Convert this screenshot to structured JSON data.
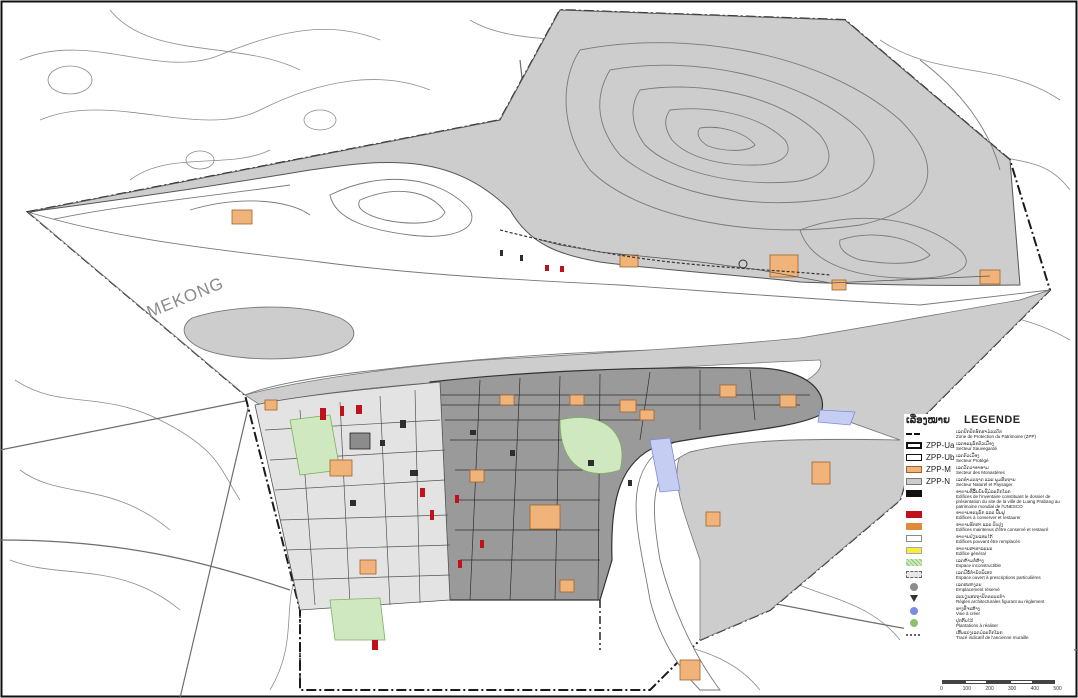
{
  "map": {
    "river_label": "MEKONG",
    "colors": {
      "zone_fill": "#cdcdcd",
      "zone_outline": "#222222",
      "contour": "#7a7a7a",
      "monastery": "#f0b47a",
      "to_preserve": "#c0121a",
      "maintained": "#e08a3c",
      "water_blue": "#7d8ce0",
      "green": "#8cc26e",
      "building": "#3a3a3a"
    }
  },
  "legend": {
    "lao_title": "ເລືອງໝາຍ",
    "title": "LEGENDE",
    "items": [
      {
        "code": "",
        "symbol": "dash-line",
        "lao": "ເຂດປົກປັກຮັກສາມໍລະດົກ",
        "fr": "Zone de Protection du Patrimoine (ZPP)"
      },
      {
        "code": "ZPP-Ua",
        "symbol": "box-outline-heavy",
        "lao": "ເຂດອະນຸລັກຕົວເມືອງ",
        "fr": "Secteur Sauvegardé"
      },
      {
        "code": "ZPP-Ub",
        "symbol": "box-outline",
        "lao": "ເຂດຕົວເມືອງ",
        "fr": "Secteur Protégé"
      },
      {
        "code": "ZPP-M",
        "symbol": "box-orange",
        "lao": "ເຂດວັດວາອາຮາມ",
        "fr": "Secteur des Monastères"
      },
      {
        "code": "ZPP-N",
        "symbol": "box-grey",
        "lao": "ເຂດທຳມະຊາດ ແລະ ພູມສັນຖານ",
        "fr": "Secteur Naturel et Paysager"
      },
      {
        "code": "",
        "symbol": "box-black",
        "lao": "ອາຄານທີ່ຂຶ້ນບັນຊີມໍລະດົກໂລກ",
        "fr": "Edifices de l'inventaire constituant le dossier de présentation du site de la ville de Luang Prabang au patrimoine mondial de l'UNESCO"
      },
      {
        "code": "",
        "symbol": "box-red",
        "lao": "ອາຄານອະນຸລັກ ແລະ ຟື້ນຟູ",
        "fr": "Edifices à conserver et restaurer"
      },
      {
        "code": "",
        "symbol": "box-darkorange",
        "lao": "ອາຄານຮັກສາ ແລະ ປັບປຸງ",
        "fr": "Edifices maintenus d'être conservé et restauré"
      },
      {
        "code": "",
        "symbol": "box-white",
        "lao": "ອາຄານປ່ຽນແທນໄດ້",
        "fr": "Edifices pouvant être remplacés"
      },
      {
        "code": "",
        "symbol": "box-yellow",
        "lao": "ອາຄານສາທາລະນະ",
        "fr": "Edifice général"
      },
      {
        "code": "",
        "symbol": "box-green-hatch",
        "lao": "ເຂດຫ້າມກໍ່ສ້າງ",
        "fr": "Espace inconstructible"
      },
      {
        "code": "",
        "symbol": "box-dots",
        "lao": "ເຂດມີຂໍ້ກຳນົດພິເສດ",
        "fr": "Espace ouvert à prescriptions particulières"
      },
      {
        "code": "",
        "symbol": "circle-grey",
        "lao": "ເຂດສະຫງວນ",
        "fr": "Emplacement réservé"
      },
      {
        "code": "",
        "symbol": "triangle",
        "lao": "ລະບຽບສະຖາປັດຕະຍະກຳ",
        "fr": "Règles architecturales figurant au règlement"
      },
      {
        "code": "",
        "symbol": "circle-blue",
        "lao": "ທາງທີ່ຈະສ້າງ",
        "fr": "Voie à créer"
      },
      {
        "code": "",
        "symbol": "plants",
        "lao": "ປູກຕົ້ນໄມ້",
        "fr": "Plantations à réaliser"
      },
      {
        "code": "",
        "symbol": "dotted-line",
        "lao": "ເສັ້ນແບ່ງເຂດມໍລະດົກໂລກ",
        "fr": "Tracé indicatif de l'ancienne muraille"
      }
    ]
  },
  "scale": {
    "ticks": [
      "0",
      "100",
      "200",
      "300",
      "400",
      "500"
    ]
  }
}
